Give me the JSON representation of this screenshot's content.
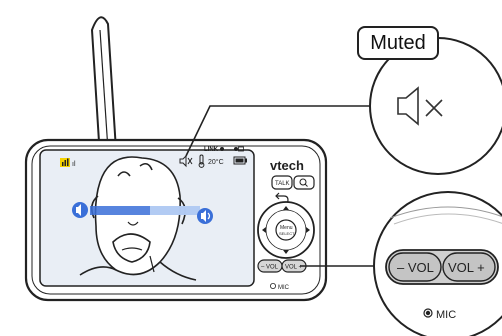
{
  "callout": {
    "status_label": "Muted"
  },
  "device": {
    "brand": "vtech",
    "indicators": {
      "link": "LINK",
      "temperature": "20°C"
    },
    "buttons": {
      "talk": "TALK",
      "menu_line1": "Menu",
      "menu_line2": "SELECT"
    },
    "small_labels": {
      "vol_minus": "– VOL",
      "vol_plus": "VOL +",
      "mic": "MIC"
    }
  },
  "zoom": {
    "vol_minus": "– VOL",
    "vol_plus": "VOL +",
    "mic": "MIC"
  },
  "colors": {
    "outline": "#222222",
    "screen_bg": "#e9eef5",
    "volume_blue": "#3a6fd8",
    "signal_yellow": "#f5d200",
    "gray_fill": "#bdbdbd"
  },
  "icons": [
    "speaker-muted-icon",
    "speaker-volume-icon",
    "zoom-icon",
    "back-arrow-icon",
    "thermometer-icon",
    "battery-icon",
    "mic-icon",
    "signal-icon"
  ]
}
